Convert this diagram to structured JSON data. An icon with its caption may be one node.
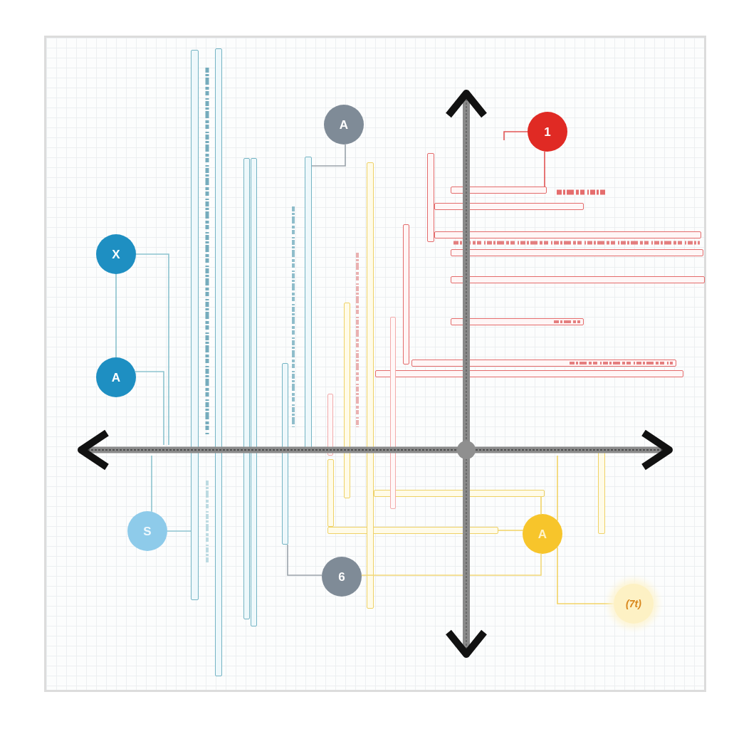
{
  "diagram": {
    "nodes": [
      {
        "text": [
          "A"
        ]
      },
      {
        "text": [
          "1"
        ]
      },
      {
        "text": [
          "X"
        ]
      },
      {
        "text": [
          "A"
        ]
      },
      {
        "text": [
          "S"
        ]
      },
      {
        "text": [
          "A"
        ]
      },
      {
        "text": [
          "6"
        ]
      },
      {
        "text": [
          "(7t)"
        ]
      },
      {
        "text": [],
        "shape": "bar"
      },
      {
        "text": [],
        "shape": "bar"
      },
      {
        "text": [],
        "shape": "bar"
      },
      {
        "text": [],
        "shape": "bar"
      },
      {
        "text": [],
        "shape": "bar"
      },
      {
        "text": [],
        "shape": "bar"
      },
      {
        "text": [],
        "shape": "bar"
      },
      {
        "text": [],
        "shape": "bar"
      },
      {
        "text": [],
        "shape": "bar"
      },
      {
        "text": [],
        "shape": "bar"
      },
      {
        "text": [],
        "shape": "bar"
      },
      {
        "text": [],
        "shape": "bar"
      },
      {
        "text": [],
        "shape": "bar"
      },
      {
        "text": [],
        "shape": "bar"
      },
      {
        "text": [],
        "shape": "bar"
      },
      {
        "text": [],
        "shape": "bar"
      },
      {
        "text": [],
        "shape": "bar"
      },
      {
        "text": [],
        "shape": "bar"
      },
      {
        "text": [],
        "shape": "bar"
      },
      {
        "text": [],
        "shape": "bar"
      },
      {
        "text": [],
        "shape": "bar"
      },
      {
        "text": [],
        "shape": "bar"
      },
      {
        "text": [],
        "shape": "bar"
      },
      {
        "text": [],
        "shape": "bar"
      }
    ],
    "edges": [
      {
        "from": 2,
        "to": 3,
        "arrow": "none",
        "color": "#8cc3cf"
      },
      {
        "from": 2,
        "to": null,
        "arrow": "none",
        "color": "#8cc3cf"
      },
      {
        "from": 3,
        "to": null,
        "arrow": "none",
        "color": "#8cc3cf"
      },
      {
        "from": 4,
        "to": 8,
        "arrow": "none",
        "color": "#8cc3cf"
      },
      {
        "from": 4,
        "to": null,
        "arrow": "none",
        "color": "#8cc3cf"
      },
      {
        "from": 0,
        "to": 13,
        "arrow": "none",
        "color": "#9aa3ab"
      },
      {
        "from": 6,
        "to": 12,
        "arrow": "none",
        "color": "#9aa3ab"
      },
      {
        "from": 6,
        "to": 5,
        "arrow": "none",
        "color": "#f2d777"
      },
      {
        "from": 1,
        "to": null,
        "arrow": "none",
        "color": "#e25555"
      },
      {
        "from": 1,
        "to": 27,
        "arrow": "none",
        "color": "#e25555"
      },
      {
        "from": 5,
        "to": 7,
        "arrow": "none",
        "color": "#f2d365"
      },
      {
        "from": 19,
        "to": 5,
        "arrow": "none",
        "color": "#f2d365"
      },
      {
        "from": 16,
        "to": 5,
        "arrow": "none",
        "color": "#f2d365"
      },
      {
        "from": 5,
        "to": null,
        "arrow": "none",
        "color": "#f2d365"
      }
    ]
  }
}
